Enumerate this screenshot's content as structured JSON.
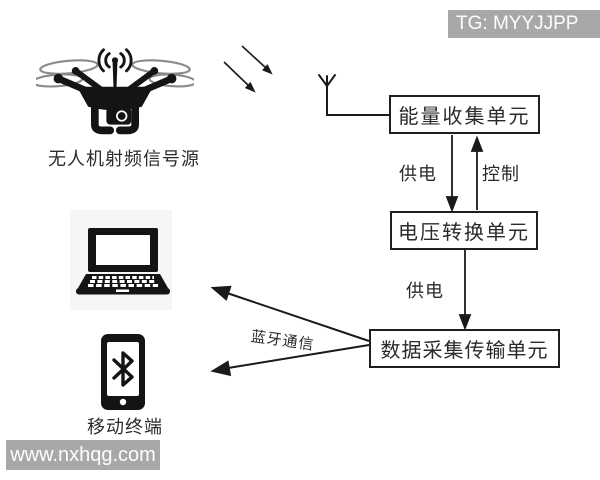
{
  "watermarks": {
    "telegram": "TG: MYYJJPP",
    "website": "www.nxhqg.com",
    "bg_color": "#a8a8a8",
    "text_color": "#fdfdfd"
  },
  "diagram": {
    "source_label": "无人机射频信号源",
    "units": {
      "energy": "能量收集单元",
      "voltage": "电压转换单元",
      "data": "数据采集传输单元"
    },
    "flows": {
      "power_top": "供电",
      "control": "控制",
      "power_bottom": "供电",
      "bluetooth": "蓝牙通信"
    },
    "terminal_label": "移动终端",
    "icons": {
      "source": "drone-icon",
      "receiver": "antenna-icon",
      "terminal_1": "laptop-icon",
      "terminal_2": "bluetooth-phone-icon"
    },
    "colors": {
      "line": "#1a1a1a",
      "background": "#ffffff"
    }
  }
}
